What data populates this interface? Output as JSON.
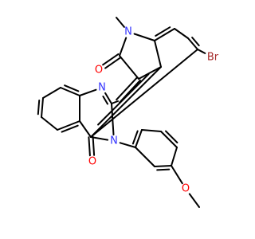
{
  "molecule": {
    "atoms": [
      {
        "id": "n1",
        "label": "N",
        "color": "#3333ff"
      },
      {
        "id": "methyl",
        "label": "",
        "color": "#000000"
      },
      {
        "id": "o1",
        "label": "O",
        "color": "#ff0000"
      },
      {
        "id": "br",
        "label": "Br",
        "color": "#a52a2a"
      },
      {
        "id": "n2",
        "label": "N",
        "color": "#3333ff"
      },
      {
        "id": "n3",
        "label": "N",
        "color": "#3333ff"
      },
      {
        "id": "o2",
        "label": "O",
        "color": "#ff0000"
      },
      {
        "id": "o3",
        "label": "O",
        "color": "#ff0000"
      }
    ]
  }
}
